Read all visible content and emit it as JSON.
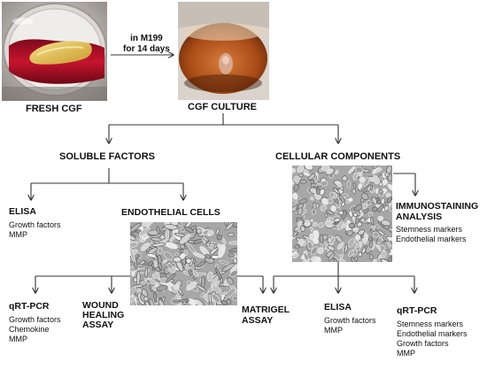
{
  "top": {
    "fresh_cgf": "FRESH CGF",
    "incubation_line1": "in M199",
    "incubation_line2": "for 14 days",
    "cgf_culture": "CGF CULTURE"
  },
  "branches": {
    "soluble_factors": "SOLUBLE FACTORS",
    "cellular_components": "CELLULAR COMPONENTS"
  },
  "soluble": {
    "elisa": {
      "title": "ELISA",
      "items": [
        "Growth factors",
        "MMP"
      ]
    },
    "endothelial_cells": "ENDOTHELIAL CELLS"
  },
  "cellular": {
    "immunostaining": {
      "title_line1": "IMMUNOSTAINING",
      "title_line2": "ANALYSIS",
      "items": [
        "Stemness markers",
        "Endothelial markers"
      ]
    }
  },
  "bottom": {
    "qrt_pcr_left": {
      "title": "qRT-PCR",
      "items": [
        "Growth factors",
        "Chemokine",
        "MMP"
      ]
    },
    "wound_healing": [
      "WOUND",
      "HEALING",
      "ASSAY"
    ],
    "matrigel": [
      "MATRIGEL",
      "ASSAY"
    ],
    "elisa_right": {
      "title": "ELISA",
      "items": [
        "Growth factors",
        "MMP"
      ]
    },
    "qrt_pcr_right": {
      "title": "qRT-PCR",
      "items": [
        "Stemness markers",
        "Endothelial markers",
        "Growth factors",
        "MMP"
      ]
    }
  },
  "colors": {
    "line": "#333333",
    "text": "#111111",
    "dish_red": "#b3122a",
    "clot_yellow": "#e6c24a",
    "culture_orange": "#b5541c",
    "micrograph_gray": "#9a9a9a"
  }
}
